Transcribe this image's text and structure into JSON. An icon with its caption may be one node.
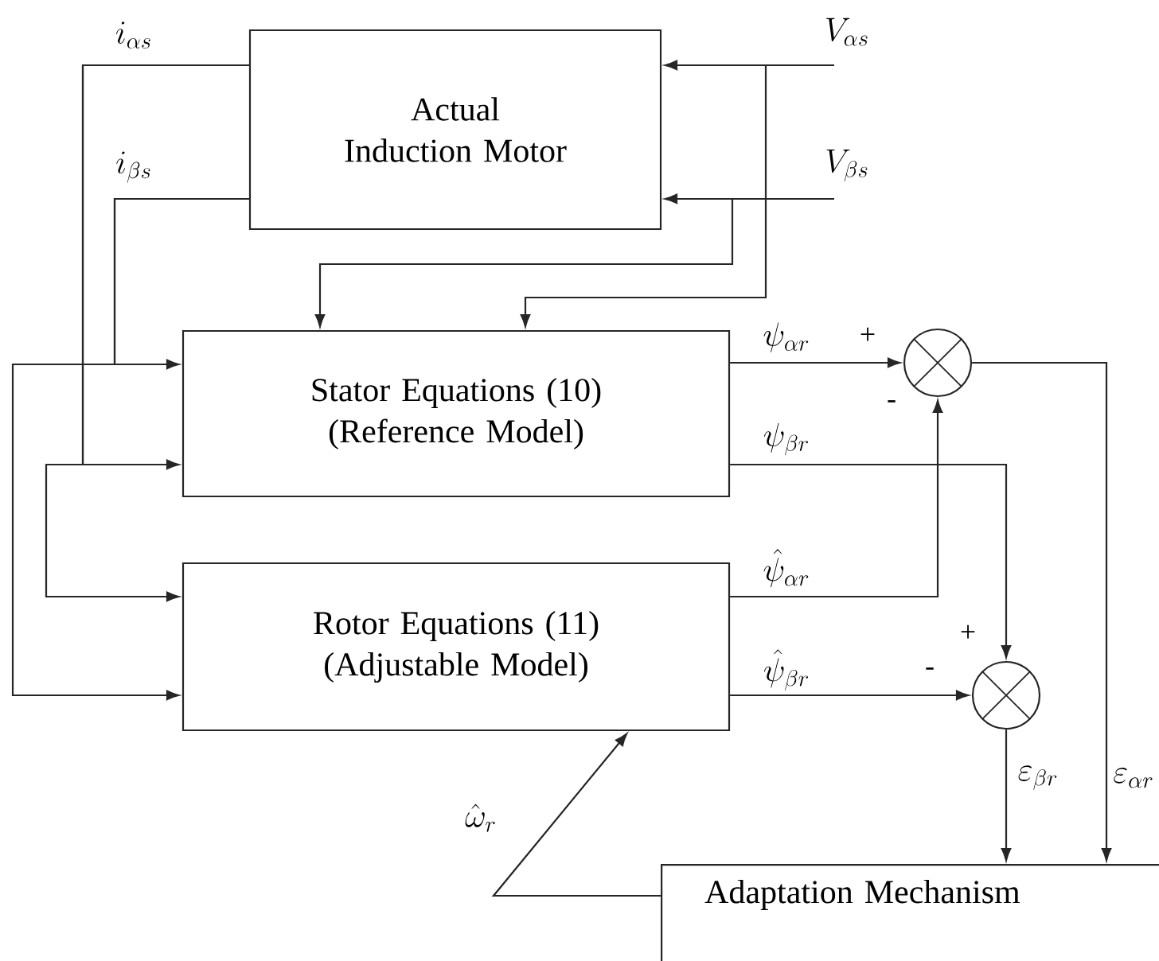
{
  "diagram": {
    "nodes": [
      {
        "text": [
          "Actual Induction Motor"
        ]
      },
      {
        "text": [
          "Stator Equations (10)",
          "(Reference Model)"
        ]
      },
      {
        "text": [
          "Rotor Equations (11)",
          "(Adjustable Model)"
        ]
      },
      {
        "text": [],
        "shape": "circle"
      },
      {
        "text": [],
        "shape": "circle"
      },
      {
        "text": [
          "Adaptation Mechanism"
        ]
      }
    ],
    "edges": [
      {
        "from": null,
        "to": 0,
        "arrow": "to",
        "label": "V_{\\alpha s}"
      },
      {
        "from": null,
        "to": 0,
        "arrow": "to",
        "label": "V_{\\beta s}"
      },
      {
        "from": null,
        "to": 1,
        "arrow": "to"
      },
      {
        "from": null,
        "to": 1,
        "arrow": "to"
      },
      {
        "from": 0,
        "to": 1,
        "arrow": "to",
        "label": "i_{\\alpha s}"
      },
      {
        "from": 0,
        "to": 1,
        "arrow": "to",
        "label": "i_{\\beta s}"
      },
      {
        "from": 0,
        "to": 2,
        "arrow": "to"
      },
      {
        "from": 0,
        "to": 2,
        "arrow": "to"
      },
      {
        "from": 1,
        "to": 3,
        "arrow": "to",
        "label": "\\psi_{\\alpha r}"
      },
      {
        "from": 1,
        "to": 4,
        "arrow": "to",
        "label": "\\psi_{\\beta r}"
      },
      {
        "from": 2,
        "to": 3,
        "arrow": "to",
        "label": "\\hat{\\psi}_{\\alpha r}"
      },
      {
        "from": 2,
        "to": 4,
        "arrow": "to",
        "label": "\\hat{\\psi}_{\\beta r}"
      },
      {
        "from": 3,
        "to": 5,
        "arrow": "to",
        "label": "\\varepsilon_{\\alpha r}"
      },
      {
        "from": 4,
        "to": 5,
        "arrow": "to",
        "label": "\\varepsilon_{\\beta r}"
      },
      {
        "from": 5,
        "to": 2,
        "arrow": "to",
        "label": "\\hat{\\omega}_r"
      }
    ],
    "labels": [
      "+",
      "-",
      "+",
      "-"
    ]
  }
}
